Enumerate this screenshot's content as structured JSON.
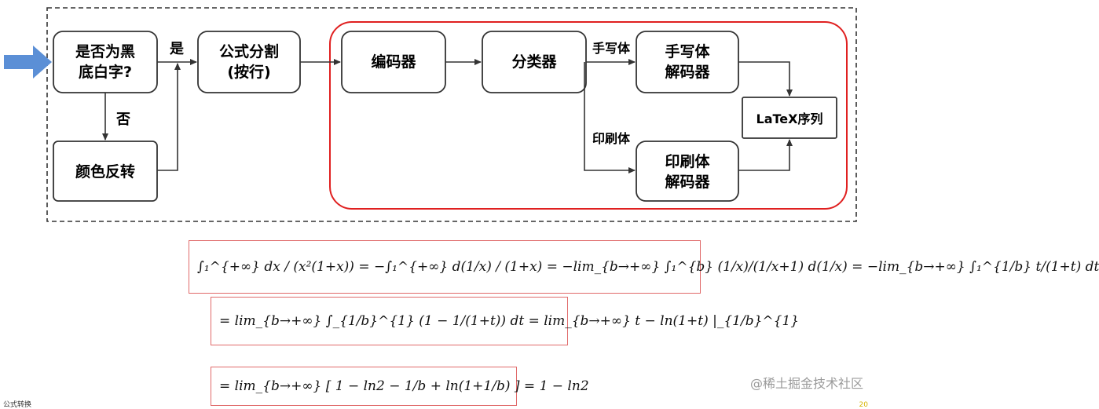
{
  "nodes": {
    "is_black_bg": {
      "line1": "是否为黑",
      "line2": "底白字?"
    },
    "formula_split": {
      "line1": "公式分割",
      "line2": "(按行)"
    },
    "invert_color": {
      "label": "颜色反转"
    },
    "encoder": {
      "label": "编码器"
    },
    "classifier": {
      "label": "分类器"
    },
    "handwritten_decoder": {
      "line1": "手写体",
      "line2": "解码器"
    },
    "printed_decoder": {
      "line1": "印刷体",
      "line2": "解码器"
    },
    "latex_sequence": {
      "label": "LaTeX序列"
    }
  },
  "edge_labels": {
    "yes": "是",
    "no": "否",
    "handwritten": "手写体",
    "printed": "印刷体"
  },
  "colors": {
    "input_arrow": "#5b8fd6",
    "red_frame": "#e02020",
    "formula_border": "#e06a6a",
    "dashed_frame": "#333333"
  },
  "formulas": {
    "line1": "∫₁^{+∞} dx / (x²(1+x))  =  −∫₁^{+∞} d(1/x) / (1+x)  =  −lim_{b→+∞} ∫₁^{b} (1/x)/(1/x+1) d(1/x)  =  −lim_{b→+∞} ∫₁^{1/b} t/(1+t) dt",
    "line2": "=  lim_{b→+∞} ∫_{1/b}^{1} (1 − 1/(1+t)) dt    =  lim_{b→+∞}  t − ln(1+t) |_{1/b}^{1}",
    "line3": "=  lim_{b→+∞} [ 1 − ln2 − 1/b + ln(1+1/b) ]  =  1 − ln2"
  },
  "watermark": "@稀土掘金技术社区",
  "corner_left": "公式转换",
  "corner_right": "20"
}
